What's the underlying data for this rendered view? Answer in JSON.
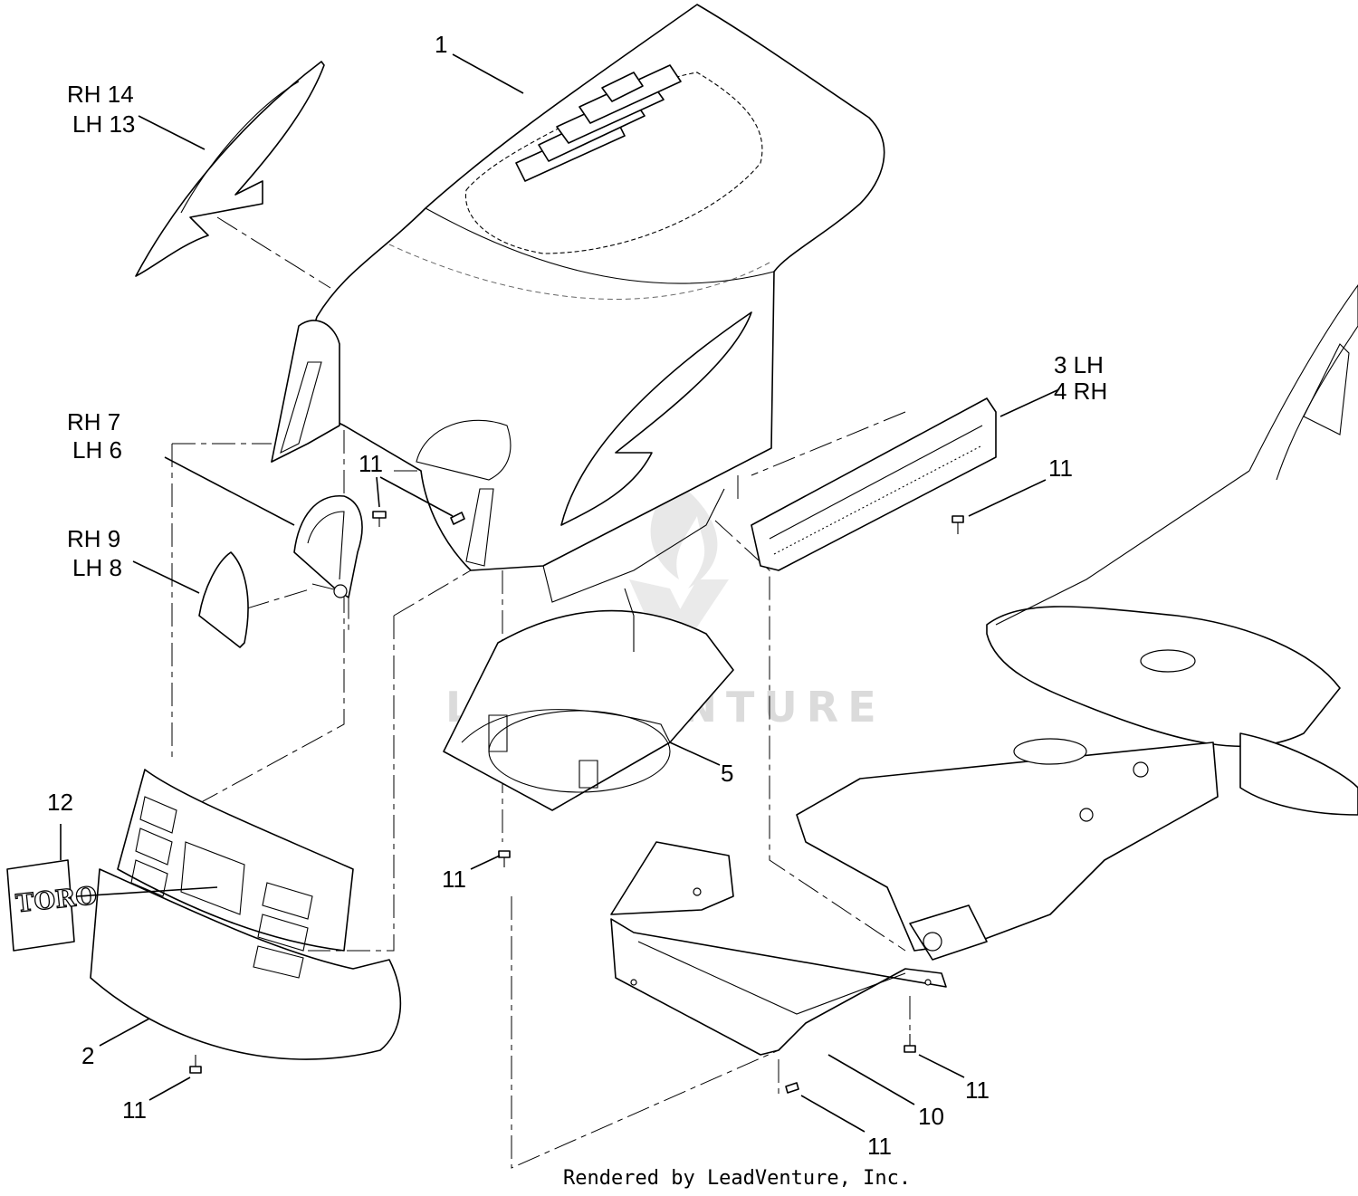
{
  "diagram": {
    "credit": "Rendered by LeadVenture, Inc.",
    "watermark": "LEADVENTURE",
    "logo_text": "TORO",
    "callouts": {
      "c1": "1",
      "c2": "2",
      "c3_lh": "3 LH",
      "c4_rh": "4 RH",
      "c5": "5",
      "c_rh7": "RH 7",
      "c_lh6": "LH 6",
      "c_rh9": "RH 9",
      "c_lh8": "LH 8",
      "c10": "10",
      "c11_a": "11",
      "c11_b": "11",
      "c11_c": "11",
      "c11_d": "11",
      "c11_e": "11",
      "c11_f": "11",
      "c12": "12",
      "c_rh14": "RH 14",
      "c_lh13": "LH 13"
    }
  }
}
